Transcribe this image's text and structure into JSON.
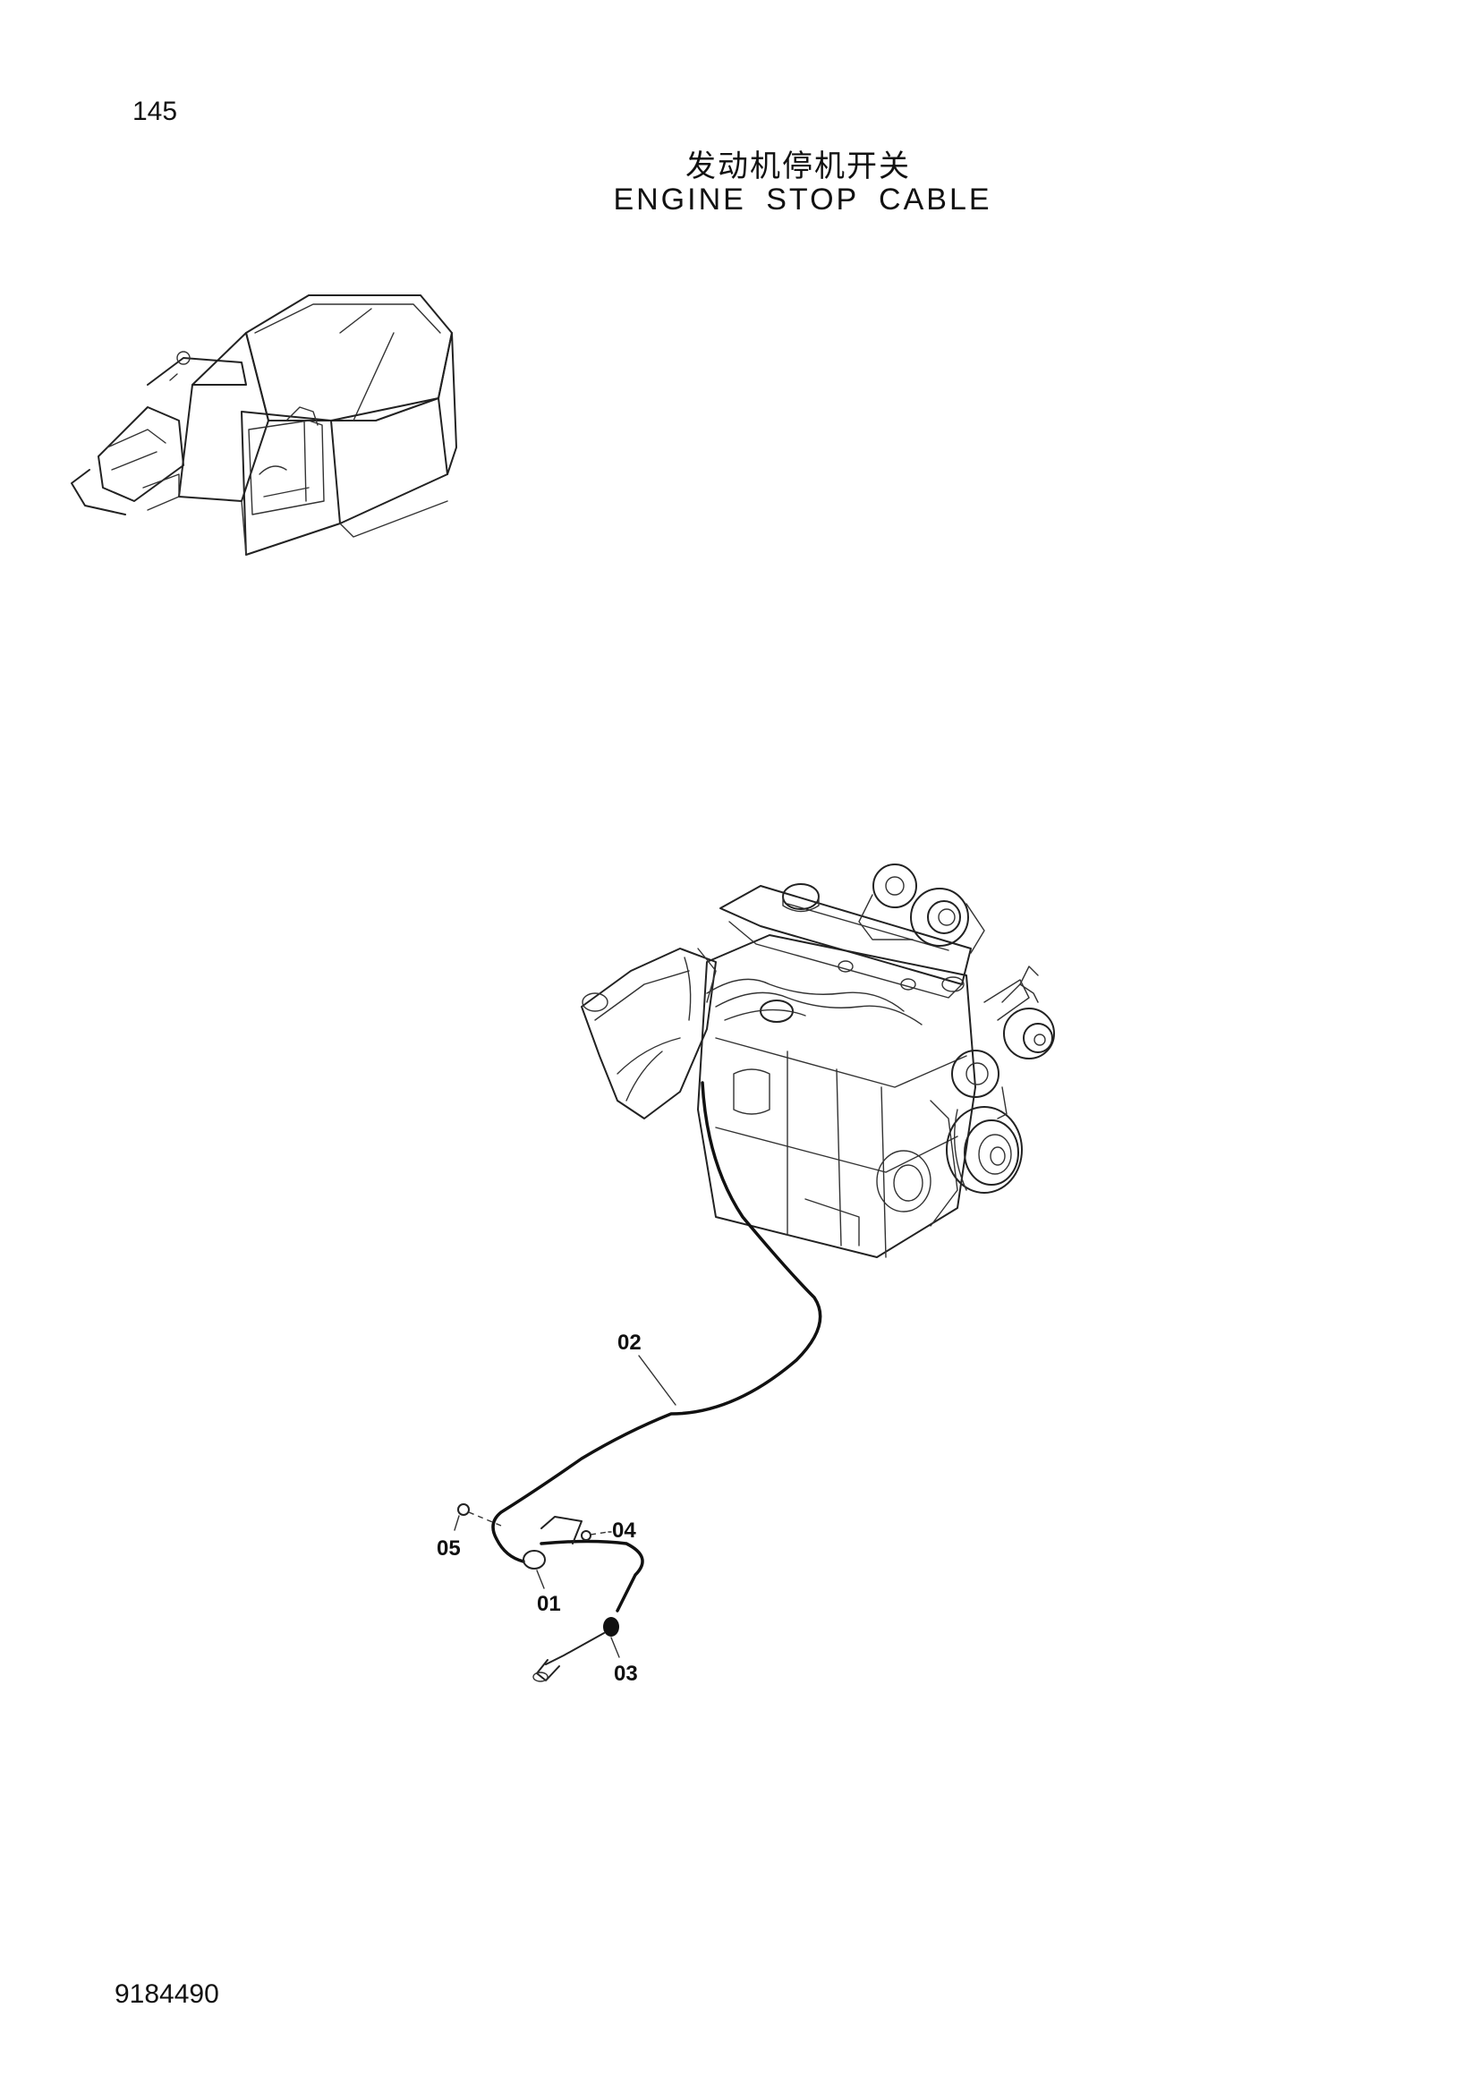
{
  "page": {
    "number": "145",
    "title_cn": "发动机停机开关",
    "title_en": "ENGINE STOP CABLE",
    "doc_number": "9184490"
  },
  "callouts": {
    "c01": "01",
    "c02": "02",
    "c03": "03",
    "c04": "04",
    "c05": "05"
  },
  "icons": {
    "excavator": "excavator-cab-icon",
    "engine": "engine-assembly-icon"
  }
}
